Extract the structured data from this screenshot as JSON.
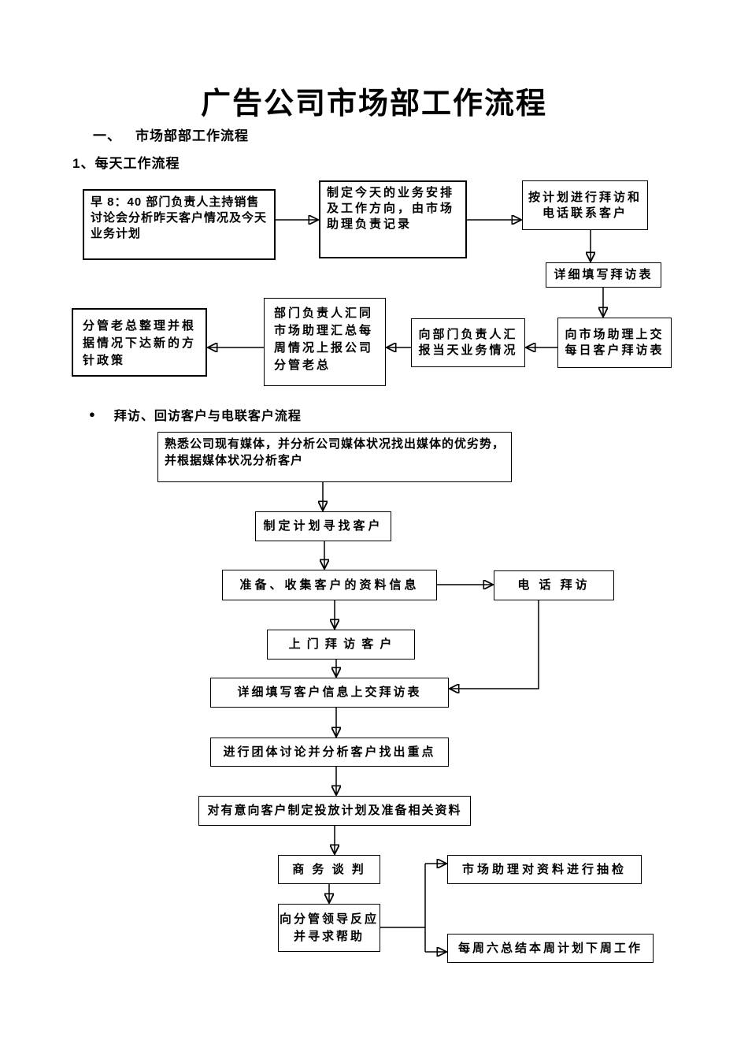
{
  "document": {
    "title": "广告公司市场部工作流程",
    "section_number": "一、",
    "section_title": "市场部部工作流程",
    "subsection_title": "1、每天工作流程",
    "bullet_glyph": "●",
    "bullet_title": "拜访、回访客户与电联客户流程"
  },
  "daily_flow": {
    "boxes": [
      {
        "id": "morning-meeting",
        "text": "早 8：40 部门负责人主持销售讨论会分析昨天客户情况及今天业务计划"
      },
      {
        "id": "daily-plan",
        "text": "制定今天的业务安排及工作方向，由市场助理负责记录"
      },
      {
        "id": "visit-and-call",
        "text": "按计划进行拜访和电话联系客户"
      },
      {
        "id": "fill-visit-form",
        "text": "详细填写拜访表"
      },
      {
        "id": "submit-visit-form",
        "text": "向市场助理上交每日客户拜访表"
      },
      {
        "id": "report-to-leader",
        "text": "向部门负责人汇报当天业务情况"
      },
      {
        "id": "weekly-report",
        "text": "部门负责人汇同市场助理汇总每周情况上报公司分管老总"
      },
      {
        "id": "new-policy",
        "text": "分管老总整理并根据情况下达新的方针政策"
      }
    ]
  },
  "visit_flow": {
    "boxes": [
      {
        "id": "media-analysis",
        "text": "熟悉公司现有媒体，并分析公司媒体状况找出媒体的优劣势，并根据媒体状况分析客户"
      },
      {
        "id": "plan-find-customers",
        "text": "制定计划寻找客户"
      },
      {
        "id": "collect-info",
        "text": "准备、收集客户的资料信息"
      },
      {
        "id": "phone-visit",
        "text": "电 话 拜访"
      },
      {
        "id": "door-visit",
        "text": "上 门 拜 访 客 户"
      },
      {
        "id": "fill-customer-form",
        "text": "详细填写客户信息上交拜访表"
      },
      {
        "id": "group-discussion",
        "text": "进行团体讨论并分析客户找出重点"
      },
      {
        "id": "media-plan",
        "text": "对有意向客户制定投放计划及准备相关资料"
      },
      {
        "id": "negotiation",
        "text": "商 务 谈 判"
      },
      {
        "id": "seek-help",
        "text": "向分管领导反应并寻求帮助"
      },
      {
        "id": "spot-check",
        "text": "市场助理对资料进行抽检"
      },
      {
        "id": "weekly-plan",
        "text": "每周六总结本周计划下周工作"
      }
    ]
  },
  "colors": {
    "text": "#000000",
    "line": "#000000",
    "background": "#ffffff"
  }
}
